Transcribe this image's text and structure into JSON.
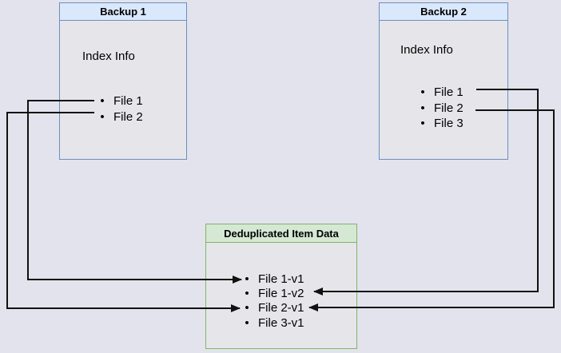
{
  "colors": {
    "background": "#e3e3ed",
    "box_fill": "#e6e6ea",
    "blue_fill": "#dae8fc",
    "blue_border": "#6c8ebf",
    "green_fill": "#d5e8d4",
    "green_border": "#82b366",
    "line": "#111111"
  },
  "backup1": {
    "title": "Backup 1",
    "info": "Index Info",
    "items": [
      "File 1",
      "File 2"
    ]
  },
  "backup2": {
    "title": "Backup 2",
    "info": "Index Info",
    "items": [
      "File 1",
      "File 2",
      "File 3"
    ]
  },
  "dedup": {
    "title": "Deduplicated Item Data",
    "items": [
      "File 1-v1",
      "File 1-v2",
      "File 2-v1",
      "File 3-v1"
    ]
  },
  "arrows": [
    {
      "from": "Backup 1 / File 1",
      "to": "File 1-v1"
    },
    {
      "from": "Backup 1 / File 2",
      "to": "File 2-v1"
    },
    {
      "from": "Backup 2 / File 1",
      "to": "File 1-v2"
    },
    {
      "from": "Backup 2 / File 2",
      "to": "File 2-v1"
    }
  ]
}
